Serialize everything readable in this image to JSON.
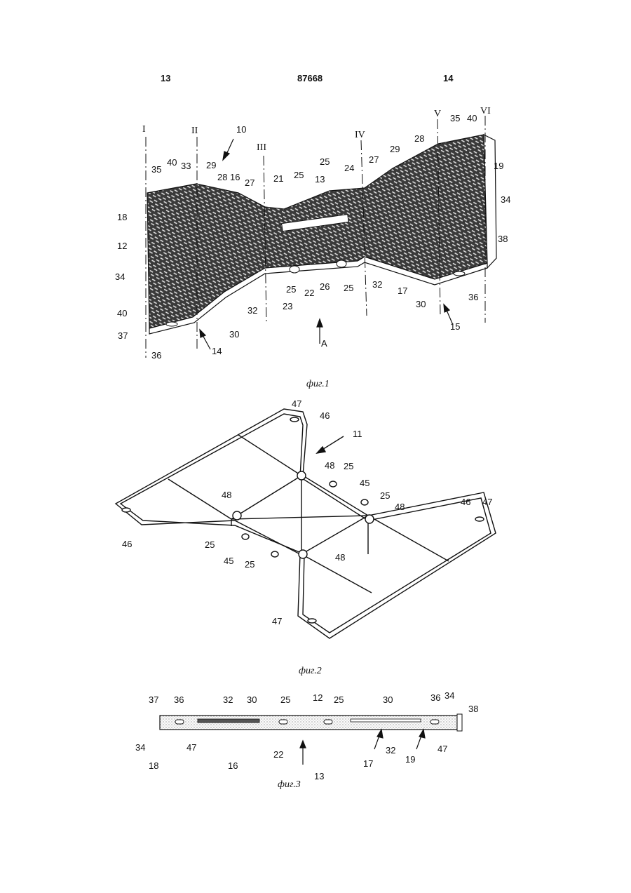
{
  "header": {
    "left": "13",
    "center": "87668",
    "right": "14"
  },
  "fig1": {
    "caption": "фиг.1",
    "sections": [
      "I",
      "II",
      "III",
      "IV",
      "V",
      "VI"
    ],
    "labels": [
      "10",
      "40",
      "35",
      "33",
      "29",
      "28",
      "16",
      "27",
      "21",
      "25",
      "13",
      "25",
      "24",
      "27",
      "29",
      "28",
      "35",
      "40",
      "19",
      "34",
      "38",
      "18",
      "12",
      "34",
      "40",
      "37",
      "36",
      "14",
      "30",
      "32",
      "25",
      "23",
      "22",
      "26",
      "25",
      "32",
      "17",
      "30",
      "36",
      "15",
      "A"
    ]
  },
  "fig2": {
    "caption": "фиг.2",
    "labels": [
      "47",
      "46",
      "11",
      "48",
      "25",
      "45",
      "25",
      "48",
      "48",
      "46",
      "47",
      "46",
      "25",
      "45",
      "25",
      "48",
      "47"
    ]
  },
  "fig3": {
    "caption": "фиг.3",
    "labels": [
      "37",
      "36",
      "32",
      "30",
      "25",
      "12",
      "25",
      "30",
      "36",
      "34",
      "38",
      "34",
      "47",
      "18",
      "16",
      "22",
      "13",
      "17",
      "32",
      "19",
      "47"
    ]
  }
}
